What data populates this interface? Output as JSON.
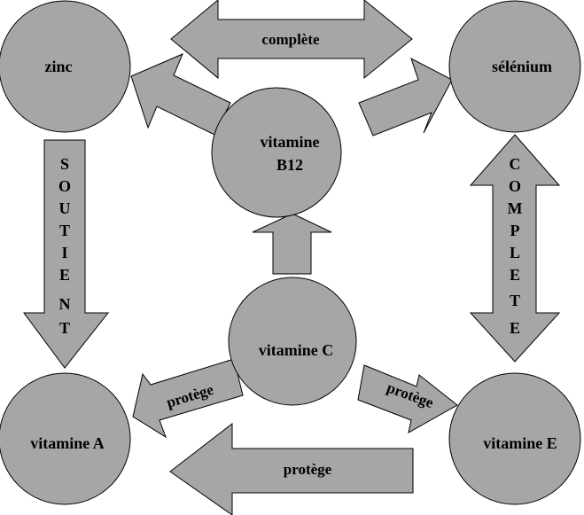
{
  "nodes": {
    "zinc": "zinc",
    "selenium": "sélénium",
    "b12_line1": "vitamine",
    "b12_line2": "B12",
    "vitamin_c": "vitamine C",
    "vitamin_a": "vitamine A",
    "vitamin_e": "vitamine E"
  },
  "edges": {
    "zinc_selenium": "complète",
    "zinc_vitamin_a": [
      "S",
      "O",
      "U",
      "T",
      "I",
      "E",
      "N",
      "T"
    ],
    "selenium_vitamin_e": [
      "C",
      "O",
      "M",
      "P",
      "L",
      "E",
      "T",
      "E"
    ],
    "c_to_a": "protège",
    "c_to_e": "protège",
    "e_to_a": "protège"
  },
  "colors": {
    "fill": "#a6a6a6",
    "stroke": "#000000",
    "background": "#ffffff"
  }
}
